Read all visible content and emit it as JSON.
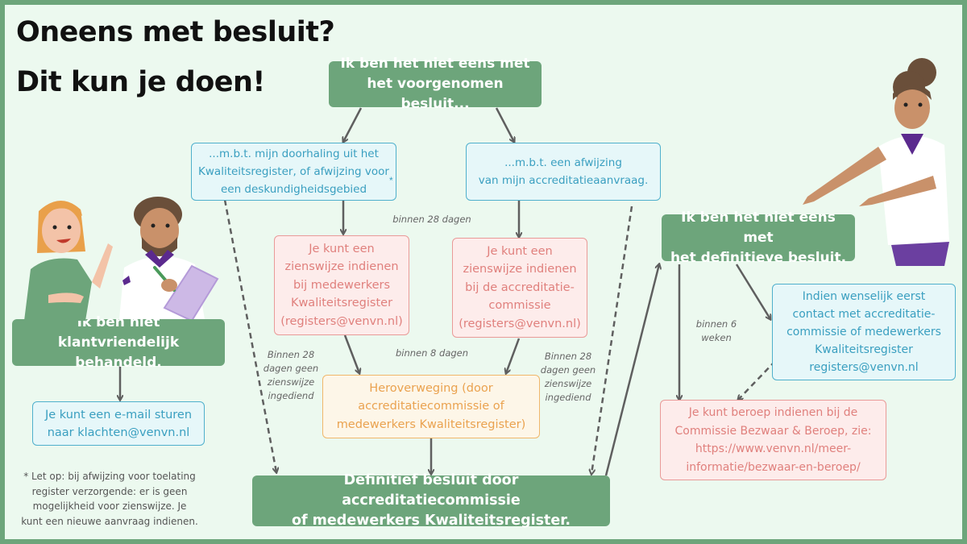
{
  "title": {
    "line1": "Oneens met besluit?",
    "line2": "Dit kun je doen!"
  },
  "boxes": {
    "voorgenomen": "Ik ben het niet eens met\nhet voorgenomen besluit...",
    "doorhaling": "...m.b.t. mijn doorhaling uit het\nKwaliteitsregister, of afwijzing voor\neen deskundigheidsgebied",
    "doorhaling_asterisk": "*",
    "afwijzing": "...m.b.t. een afwijzing\nvan mijn accreditatieaanvraag.",
    "zienswijze_medewerkers": "Je kunt een\nzienswijze indienen\nbij medewerkers\nKwaliteitsregister\n(registers@venvn.nl)",
    "zienswijze_commissie": "Je kunt een\nzienswijze indienen\nbij de accreditatie-\ncommissie\n(registers@venvn.nl)",
    "heroverweging": "Heroverweging (door\naccreditatiecommissie of\nmedewerkers Kwaliteitsregister)",
    "definitief": "Definitief besluit door accreditatiecommissie\nof medewerkers Kwaliteitsregister.",
    "definitief_oneens": "Ik ben het niet eens met\nhet definitieve besluit.",
    "contact": "Indien wenselijk eerst\ncontact met accreditatie-\ncommissie of medewerkers\nKwaliteitsregister\nregisters@venvn.nl",
    "beroep": "Je kunt beroep indienen bij de\nCommissie Bezwaar & Beroep, zie:\nhttps://www.venvn.nl/meer-\ninformatie/bezwaar-en-beroep/",
    "klantvriendelijk": "Ik ben niet klantvriendelijk\nbehandeld.",
    "email": "Je kunt een e-mail sturen\nnaar klachten@venvn.nl"
  },
  "notes": {
    "binnen28": "binnen 28 dagen",
    "binnen8": "binnen 8 dagen",
    "geen_zienswijze_left": "Binnen 28\ndagen geen\nzienswijze\ningediend",
    "geen_zienswijze_right": "Binnen 28\ndagen geen\nzienswijze\ningediend",
    "binnen6weken": "binnen 6\nweken"
  },
  "footnote": "* Let op: bij afwijzing voor toelating\nregister verzorgende: er is geen\nmogelijkheid voor zienswijze. Je\nkunt een nieuwe aanvraag indienen.",
  "colors": {
    "green": "#6da57b",
    "blue": "#4fb0cc",
    "red": "#e99a98",
    "orange": "#f0b76b",
    "arrow": "#5f5f5f",
    "purple": "#5b2a8e"
  },
  "illustrations": [
    "woman-green-shirt",
    "male-nurse-with-clipboard",
    "female-nurse-pointing"
  ]
}
